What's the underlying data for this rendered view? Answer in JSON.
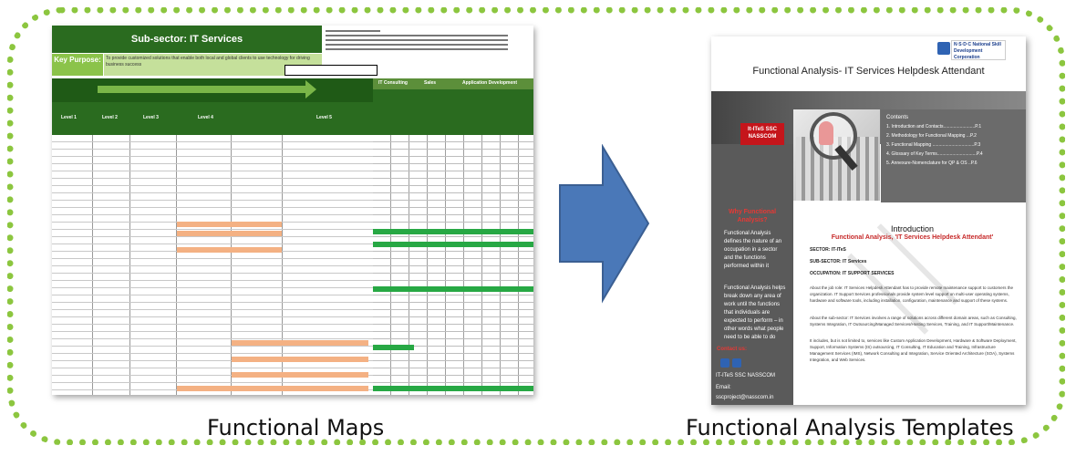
{
  "captions": {
    "left": "Functional Maps",
    "right": "Functional Analysis Templates"
  },
  "colors": {
    "frame_dotted": "#8cc63f",
    "arrow_fill": "#4a78b8",
    "sheet_header": "#2a6b1f",
    "sheet_highlight_green": "#27a844",
    "sheet_highlight_orange": "#f4b183",
    "doc_red": "#c62828"
  },
  "spreadsheet": {
    "title": "Sub-sector: IT Services",
    "key_purpose_label": "Key Purpose:",
    "key_purpose_text": "To provide customized solutions that enable both local and global clients to use technology for driving business success",
    "level_headers": [
      "Level 1",
      "Level 2",
      "Level 3",
      "Level 4",
      "Level 5"
    ],
    "right_groups": [
      "IT Consulting",
      "Sales",
      "Application Development"
    ]
  },
  "document": {
    "title": "Functional Analysis- IT Services Helpdesk Attendant",
    "nsdc_text": "N·S·D·C National Skill Development Corporation",
    "banner": "It-ITeS SSC NASSCOM",
    "contents_heading": "Contents",
    "contents_items": [
      "1.   Introduction and Contacts.........................P.1",
      "2.   Methodology for Functional Mapping ...P.2",
      "3.   Functional Mapping .................................P.3",
      "4.   Glossary of Key Terms...............................P.4",
      "5.   Annexure-Nomenclature for QP & OS ..P.6"
    ],
    "why_heading": "Why Functional Analysis?",
    "side_point_1": "Functional Analysis defines the nature of an occupation in a sector and the functions performed within it",
    "side_point_2": "Functional Analysis helps break down any area of work until the functions that individuals are expected to perform – in other words what people need to be able to do",
    "contact_label": "Contact us:",
    "contact_org": "IT-ITeS SSC NASSCOM",
    "contact_email_label": "Email:",
    "contact_email": "sscproject@nasscom.in",
    "intro_heading": "Introduction",
    "intro_sub": "Functional Analysis, 'IT Services Helpdesk Attendant'",
    "sector": "SECTOR: IT-ITeS",
    "subsector": "SUB-SECTOR: IT Services",
    "occupation": "OCCUPATION: IT SUPPORT SERVICES",
    "about_job": "About the job role: IT Services Helpdesk Attendant has to provide remote maintenance support to customers the organization. IT Support Services professionals provide system level support on multi-user operating systems, hardware and software tools, including installation, configuration, maintenance and support of these systems.",
    "about_subsector": "About the sub-sector: IT Services involves a range of solutions across different domain areas, such as Consulting, Systems Integration, IT Outsourcing/Managed Services/Hosting Services, Training, and IT Support/Maintenance.",
    "about_more": "It includes, but is not limited to, services like Custom Application Development, Hardware & Software Deployment, Support, Information Systems (IS) outsourcing, IT Consulting, IT Education and Training, Infrastructure Management Services (IMS), Network Consulting and Integration, Service Oriented Architecture (SOA), Systems Integration, and Web Services."
  }
}
